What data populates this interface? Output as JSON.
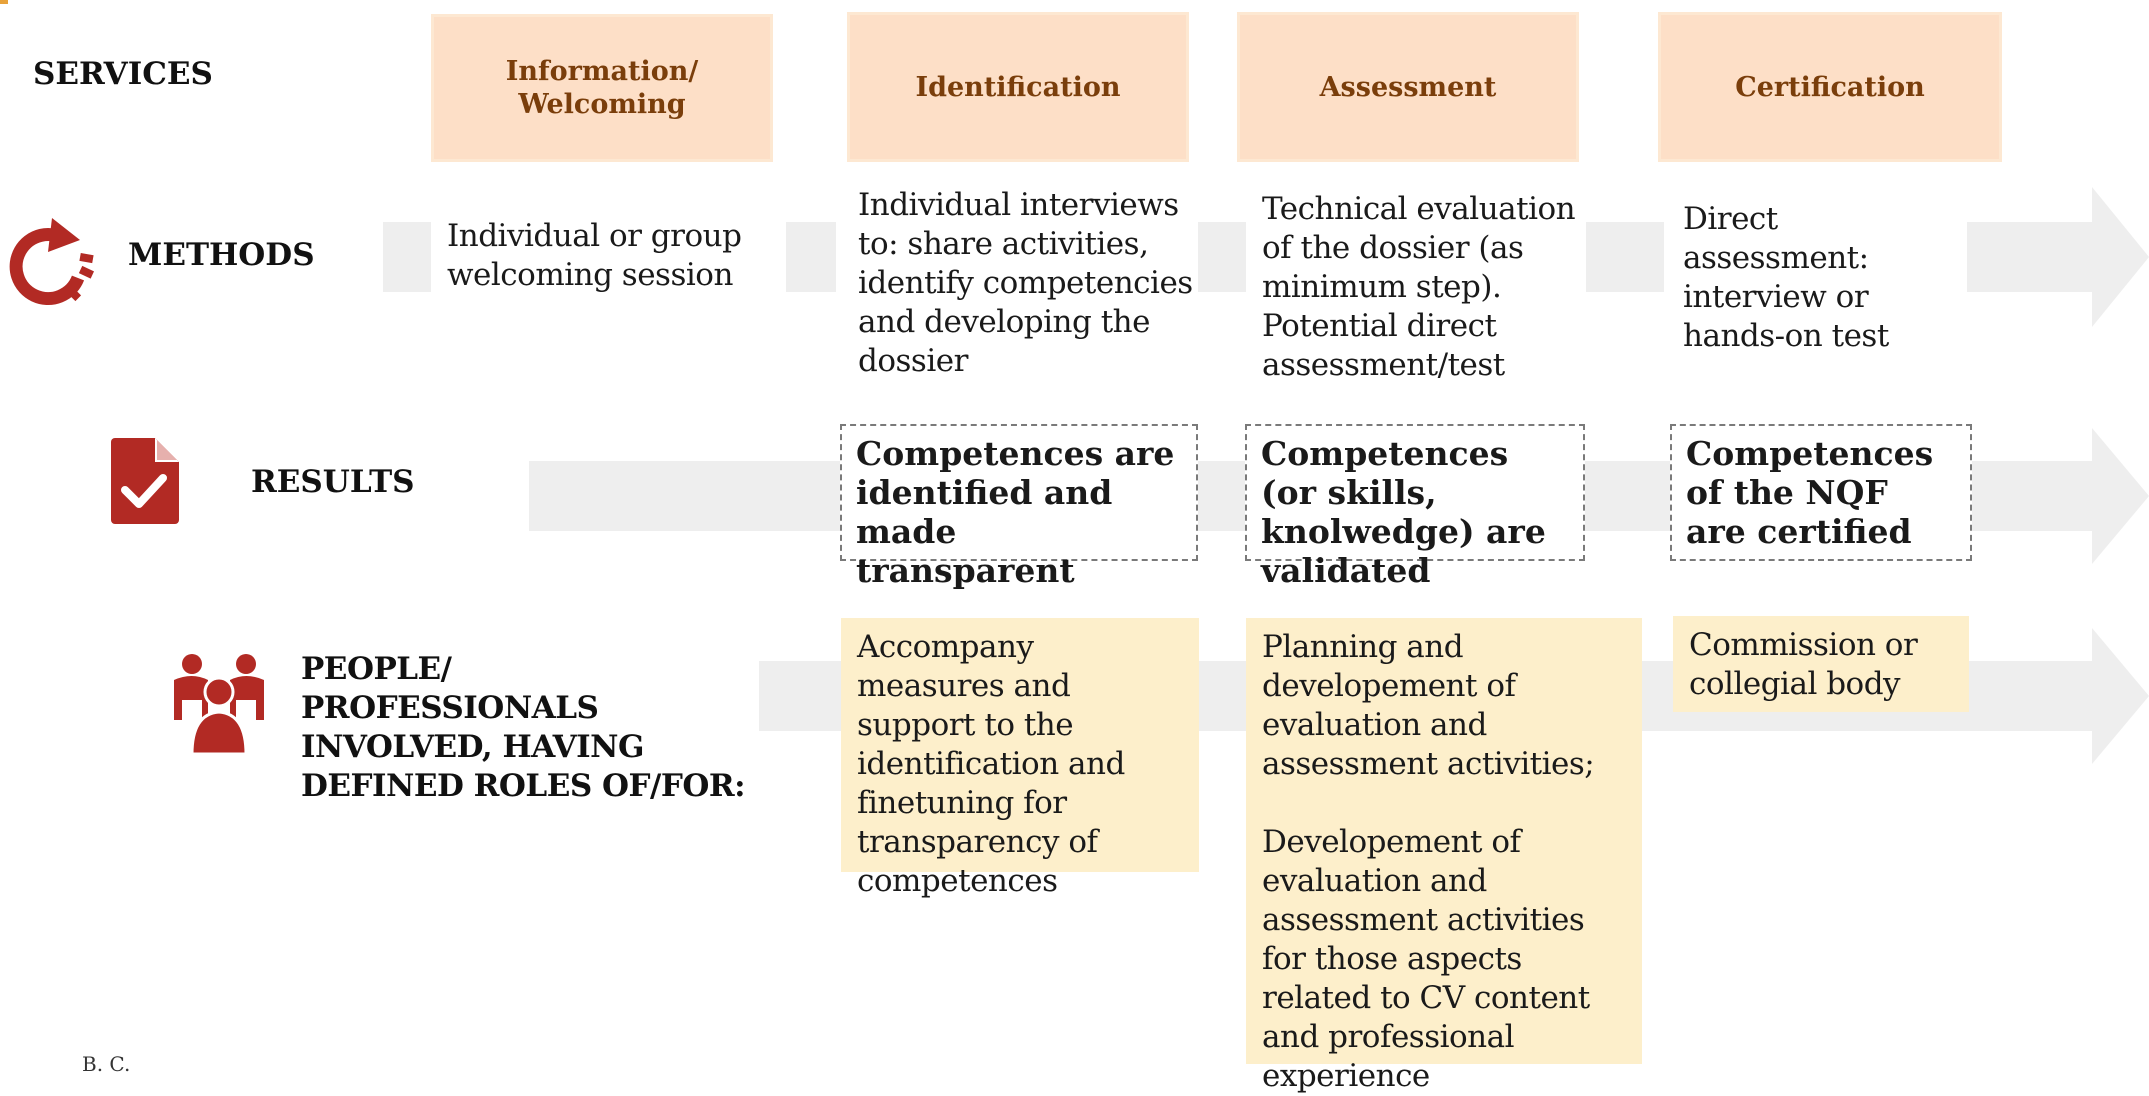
{
  "rows": {
    "services": "SERVICES",
    "methods": "METHODS",
    "results": "RESULTS",
    "people_line1": "PEOPLE/",
    "people_line2": "PROFESSIONALS",
    "people_line3": "INVOLVED, HAVING",
    "people_line4": "DEFINED ROLES OF/FOR:"
  },
  "services": {
    "information": "Information/ Welcoming",
    "identification": "Identification",
    "assessment": "Assessment",
    "certification": "Certification"
  },
  "methods": {
    "information": "Individual or group welcoming session",
    "identification": "Individual interviews to: share activities, identify competencies and developing the dossier",
    "assessment": "Technical evaluation of the dossier (as minimum step). Potential direct assessment/test",
    "certification": "Direct assessment: interview or hands-on test"
  },
  "results": {
    "identification": "Competences are identified and made transparent",
    "assessment": "Competences (or skills, knolwedge) are validated",
    "certification": "Competences of the NQF are certified"
  },
  "people": {
    "identification": "Accompany measures and support to the identification and finetuning for transparency of competences",
    "assessment_p1": "Planning and developement of evaluation and assessment activities;",
    "assessment_p2": "Developement of evaluation and assessment activities for those aspects related to CV content and professional experience",
    "certification": "Commission or collegial body"
  },
  "footer": {
    "fragment": "B. C."
  },
  "colors": {
    "service_fill": "#fddfc7",
    "service_text": "#7a3e0b",
    "people_fill": "#fdefcb",
    "arrow_grey": "#eeeeee",
    "icon_red": "#b22a24"
  },
  "icons": [
    "refresh-cycle-icon",
    "document-check-icon",
    "people-group-icon"
  ]
}
